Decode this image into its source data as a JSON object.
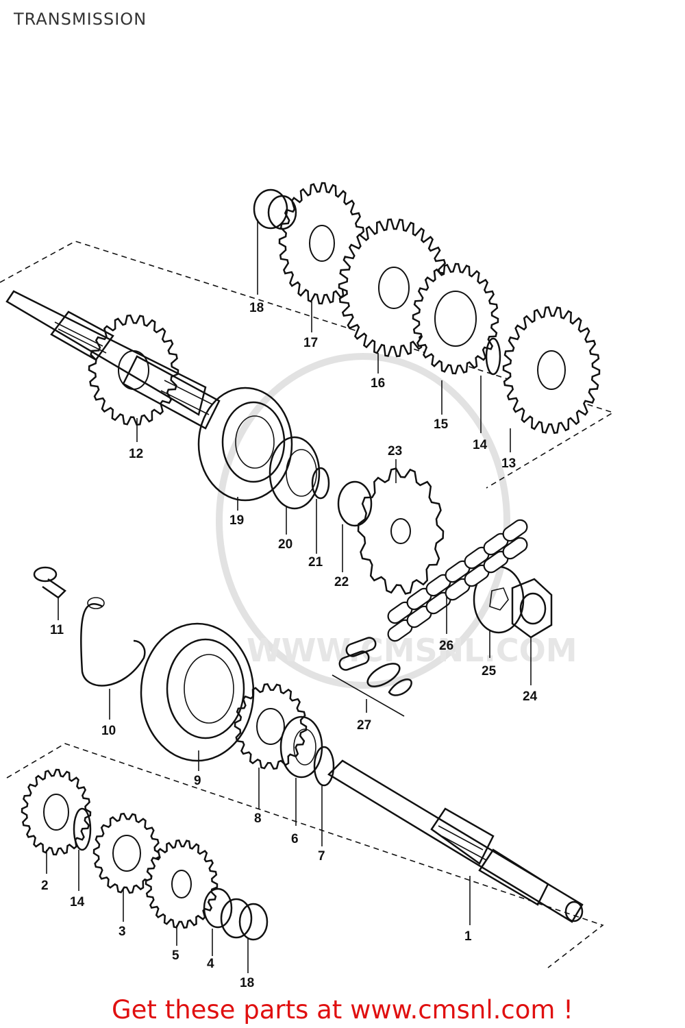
{
  "header": {
    "title": "TRANSMISSION"
  },
  "footer": {
    "banner": "Get these parts at www.cmsnl.com !"
  },
  "watermark": {
    "text": "WWW.CMSNL.COM",
    "color": "#e2e2e2"
  },
  "colors": {
    "banner": "#e01010",
    "ink": "#111111"
  },
  "callouts": [
    {
      "id": "c1",
      "label": "1"
    },
    {
      "id": "c2",
      "label": "2"
    },
    {
      "id": "c3",
      "label": "3"
    },
    {
      "id": "c4",
      "label": "4"
    },
    {
      "id": "c5",
      "label": "5"
    },
    {
      "id": "c6",
      "label": "6"
    },
    {
      "id": "c7",
      "label": "7"
    },
    {
      "id": "c8",
      "label": "8"
    },
    {
      "id": "c9",
      "label": "9"
    },
    {
      "id": "c10",
      "label": "10"
    },
    {
      "id": "c11",
      "label": "11"
    },
    {
      "id": "c12",
      "label": "12"
    },
    {
      "id": "c13",
      "label": "13"
    },
    {
      "id": "c14a",
      "label": "14"
    },
    {
      "id": "c14b",
      "label": "14"
    },
    {
      "id": "c15",
      "label": "15"
    },
    {
      "id": "c16",
      "label": "16"
    },
    {
      "id": "c17",
      "label": "17"
    },
    {
      "id": "c18a",
      "label": "18"
    },
    {
      "id": "c18b",
      "label": "18"
    },
    {
      "id": "c19",
      "label": "19"
    },
    {
      "id": "c20",
      "label": "20"
    },
    {
      "id": "c21",
      "label": "21"
    },
    {
      "id": "c22",
      "label": "22"
    },
    {
      "id": "c23",
      "label": "23"
    },
    {
      "id": "c24",
      "label": "24"
    },
    {
      "id": "c25",
      "label": "25"
    },
    {
      "id": "c26",
      "label": "26"
    },
    {
      "id": "c27",
      "label": "27"
    }
  ]
}
